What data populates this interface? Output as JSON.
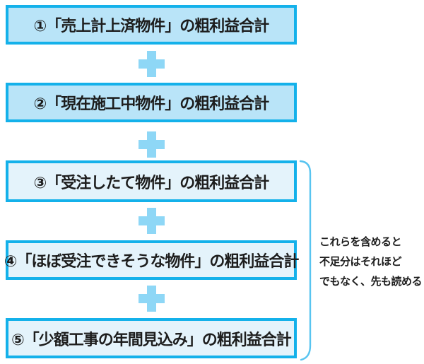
{
  "figure": {
    "title": "gross-profit summation diagram",
    "boxes": [
      {
        "id": "1",
        "label": "①「売上計上済物件」の粗利益合計",
        "group": "confirmed"
      },
      {
        "id": "2",
        "label": "②「現在施工中物件」の粗利益合計",
        "group": "confirmed"
      },
      {
        "id": "3",
        "label": "③「受注したて物件」の粗利益合計",
        "group": "prospective"
      },
      {
        "id": "4",
        "label": "④「ほぼ受注できそうな物件」の粗利益合計",
        "group": "prospective"
      },
      {
        "id": "5",
        "label": "⑤「少額工事の年間見込み」の粗利益合計",
        "group": "prospective"
      }
    ],
    "operators": [
      "+",
      "+",
      "+",
      "+"
    ],
    "annotation": {
      "lines": [
        "これらを含めると",
        "不足分はそれほど",
        "でもなく、先も読める"
      ]
    },
    "colors": {
      "box-border": "#14b1ea",
      "box-fill-strong": "#b9e4f8",
      "box-fill-light": "#e4f3fb",
      "plus": "#8ed7f6",
      "bracket": "#58c4f0",
      "ink": "#1d1d1d"
    }
  }
}
